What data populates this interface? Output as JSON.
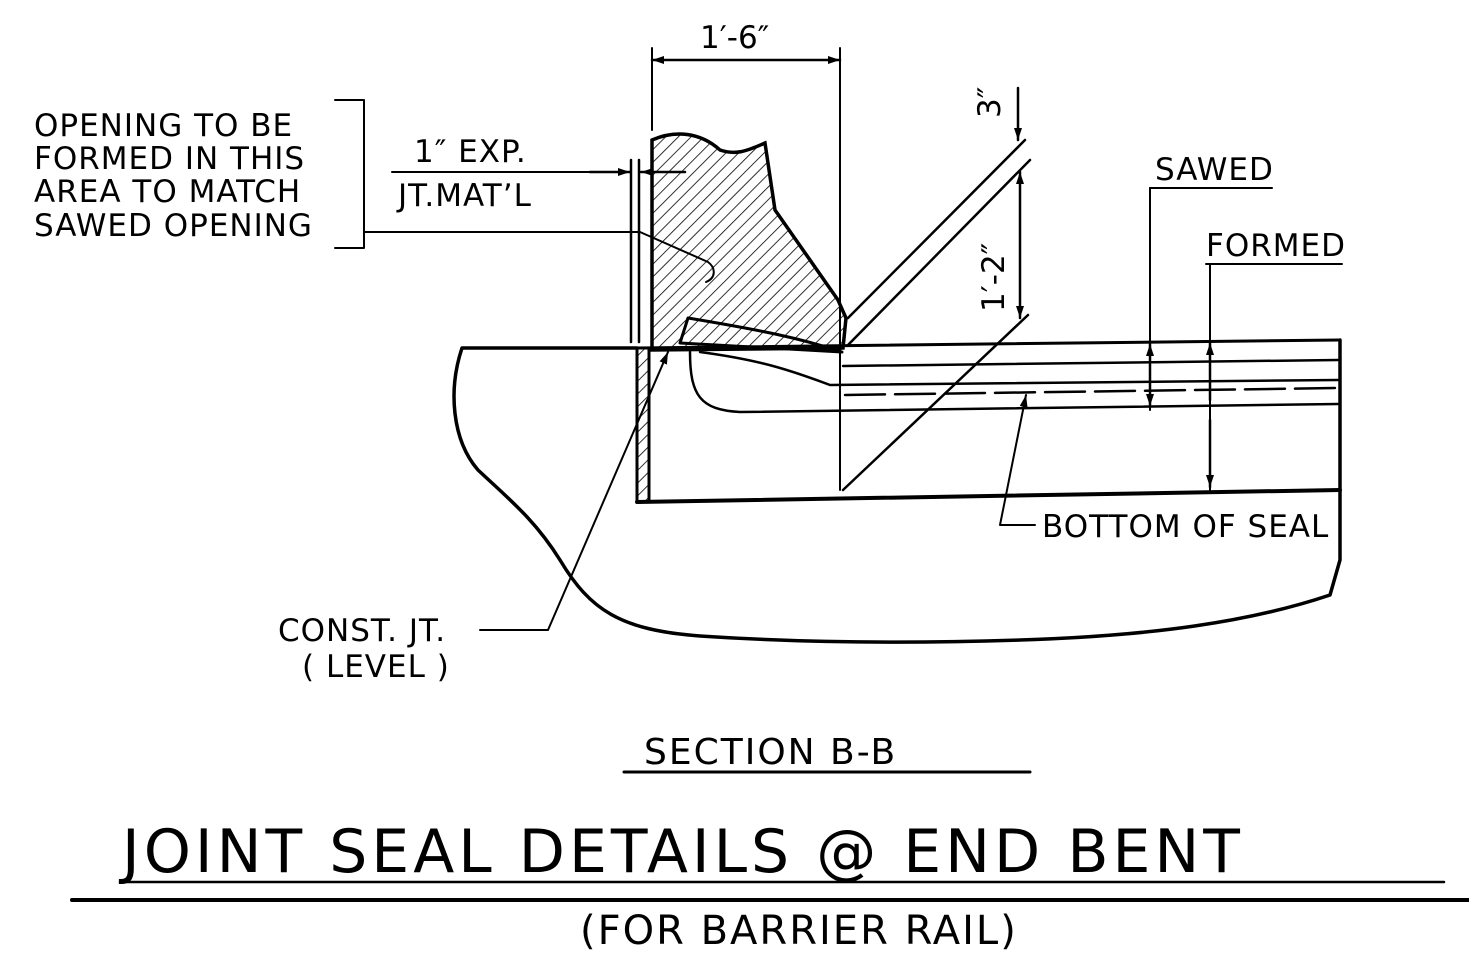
{
  "notes": {
    "opening_line1": "OPENING TO BE",
    "opening_line2": "FORMED IN THIS",
    "opening_line3": "AREA TO MATCH",
    "opening_line4": "SAWED OPENING",
    "exp_top": "1″ EXP.",
    "exp_bottom": "JT.MAT’L",
    "sawed": "SAWED",
    "formed": "FORMED",
    "bottom_of_seal": "BOTTOM OF SEAL",
    "const_jt": "CONST. JT.",
    "level": "( LEVEL )"
  },
  "dimensions": {
    "width": "1′-6″",
    "top_offset": "3″",
    "height": "1′-2″"
  },
  "section_label": "SECTION B-B",
  "title": "JOINT SEAL DETAILS @ END BENT",
  "subtitle": "(FOR BARRIER RAIL)"
}
